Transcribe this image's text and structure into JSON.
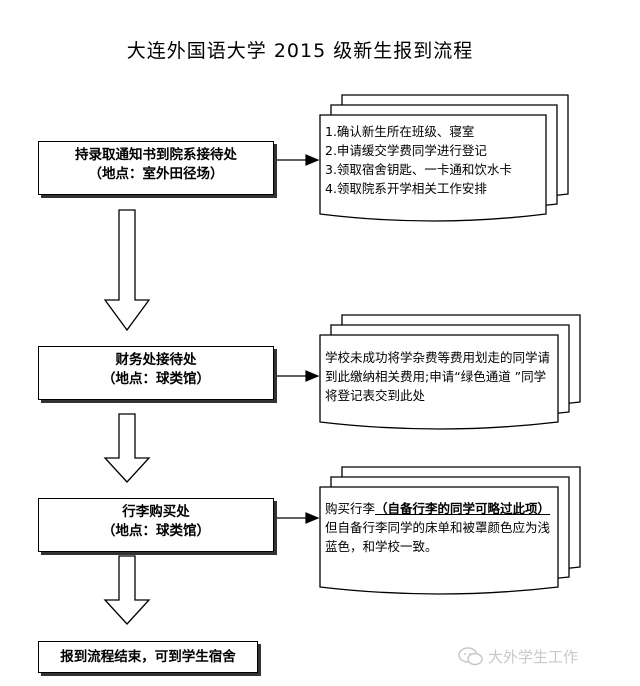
{
  "title": "大连外国语大学 2015 级新生报到流程",
  "steps": [
    {
      "line1": "持录取通知书到院系接待处",
      "line2": "（地点：室外田径场）"
    },
    {
      "line1": "财务处接待处",
      "line2": "（地点：球类馆）"
    },
    {
      "line1": "行李购买处",
      "line2": "（地点：球类馆）"
    },
    {
      "line1": "报到流程结束，可到学生宿舍",
      "line2": ""
    }
  ],
  "notes": {
    "n1": [
      "1.确认新生所在班级、寝室",
      "2.申请缓交学费同学进行登记",
      "3.领取宿舍钥匙、一卡通和饮水卡",
      "4.领取院系开学相关工作安排"
    ],
    "n2": "学校未成功将学杂费等费用划走的同学请到此缴纳相关费用;申请“绿色通道 ”同学将登记表交到此处",
    "n3": {
      "prefix": "购买行李",
      "underlined": "（自备行李的同学可略过此项）",
      "suffix": "但自备行李同学的床单和被罩颜色应为浅蓝色，和学校一致。"
    }
  },
  "watermark": {
    "text": "大外学生工作",
    "icon": "wechat-icon"
  }
}
